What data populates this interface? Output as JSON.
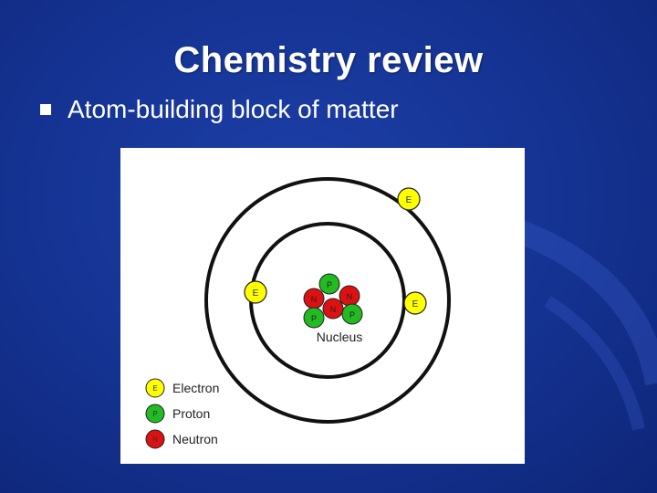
{
  "slide": {
    "title": "Chemistry review",
    "bullet": "Atom-building block of matter"
  },
  "diagram": {
    "nucleus_label": "Nucleus",
    "particle_letters": {
      "electron": "E",
      "proton": "P",
      "neutron": "N"
    },
    "legend": [
      {
        "letter": "E",
        "label": "Electron",
        "color": "#ffff00"
      },
      {
        "letter": "P",
        "label": "Proton",
        "color": "#22bb22"
      },
      {
        "letter": "N",
        "label": "Neutron",
        "color": "#dd1111"
      }
    ]
  },
  "colors": {
    "background": "#143291",
    "electron": "#ffff00",
    "proton": "#22bb22",
    "neutron": "#dd1111"
  }
}
